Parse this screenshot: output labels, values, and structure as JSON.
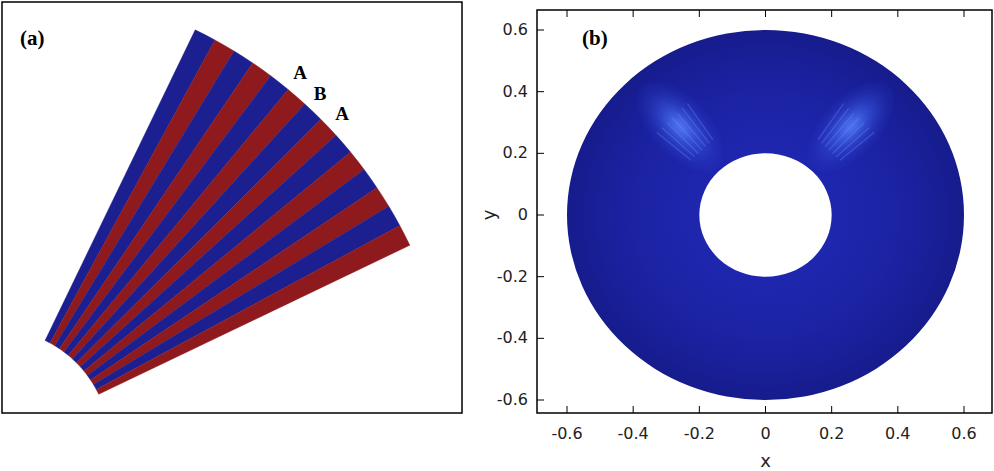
{
  "diagram": {
    "labels": [
      "(a)",
      "A",
      "B",
      "A",
      "(b)",
      "0.6",
      "0.4",
      "0.2",
      "0",
      "-0.2",
      "-0.4",
      "-0.6",
      "-0.6",
      "-0.4",
      "-0.2",
      "0",
      "0.2",
      "0.4",
      "0.6",
      "x",
      "y"
    ]
  }
}
